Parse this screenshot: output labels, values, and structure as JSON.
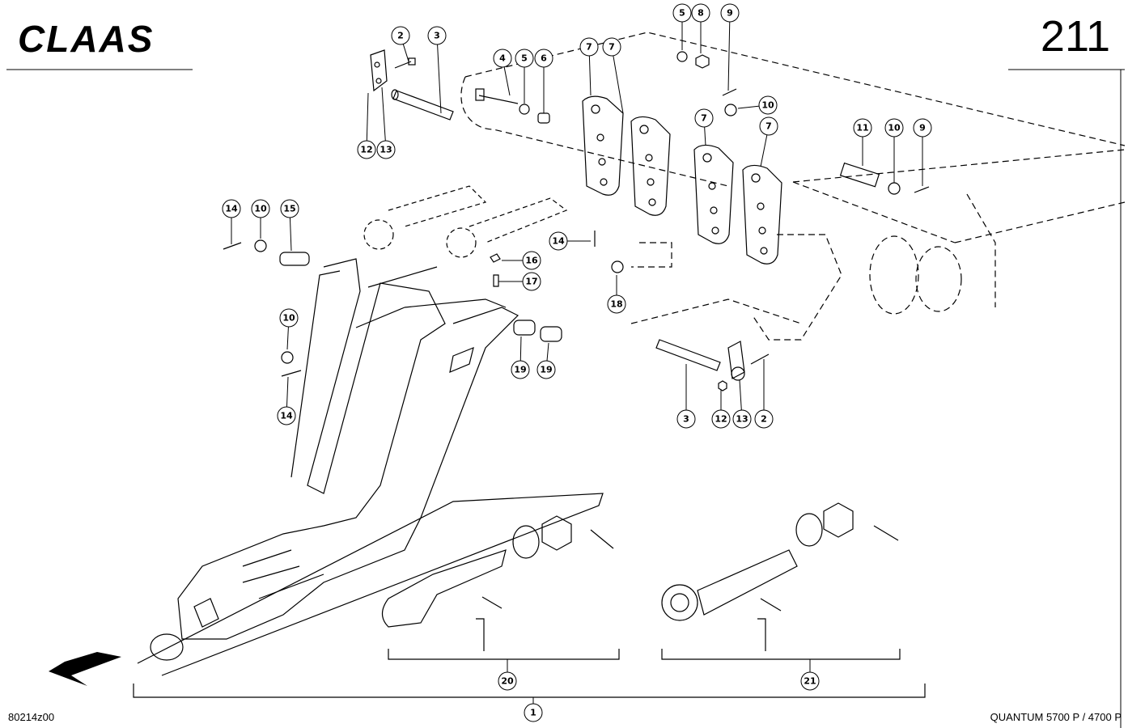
{
  "header": {
    "brand": "CLAAS",
    "page_number": "211"
  },
  "footer": {
    "drawing_code": "80214z00",
    "model": "QUANTUM 5700 P / 4700 P"
  },
  "callouts": [
    "1",
    "2",
    "3",
    "4",
    "5",
    "6",
    "7",
    "8",
    "9",
    "10",
    "11",
    "12",
    "13",
    "14",
    "15",
    "16",
    "17",
    "18",
    "19",
    "20",
    "21"
  ]
}
